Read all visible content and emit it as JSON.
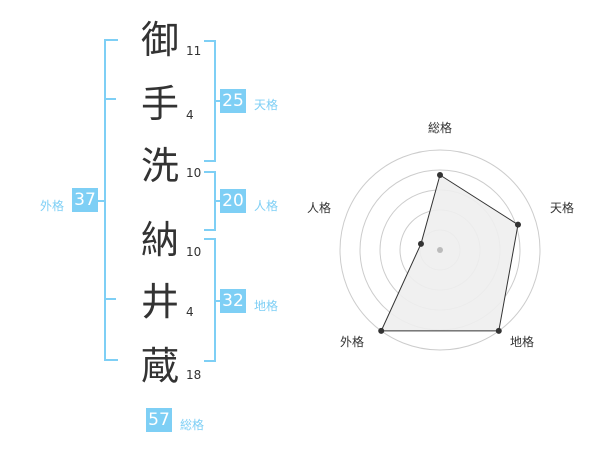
{
  "name_chars": [
    {
      "char": "御",
      "strokes": "11"
    },
    {
      "char": "手",
      "strokes": "4"
    },
    {
      "char": "洗",
      "strokes": "10"
    },
    {
      "char": "納",
      "strokes": "10"
    },
    {
      "char": "井",
      "strokes": "4"
    },
    {
      "char": "蔵",
      "strokes": "18"
    }
  ],
  "kaku": {
    "tenkaku": {
      "value": "25",
      "label": "天格"
    },
    "jinkaku": {
      "value": "20",
      "label": "人格"
    },
    "chikaku": {
      "value": "32",
      "label": "地格"
    },
    "gaikaku": {
      "value": "37",
      "label": "外格"
    },
    "soukaku": {
      "value": "57",
      "label": "総格"
    }
  },
  "chart_data": {
    "type": "radar",
    "axes": [
      "総格",
      "天格",
      "地格",
      "外格",
      "人格"
    ],
    "values": [
      0.75,
      0.82,
      1.0,
      1.0,
      0.2
    ],
    "rings": 5,
    "colors": {
      "fill": "#eeeeee",
      "line": "#333333",
      "grid": "#cccccc",
      "accent": "#7ecff5"
    }
  }
}
